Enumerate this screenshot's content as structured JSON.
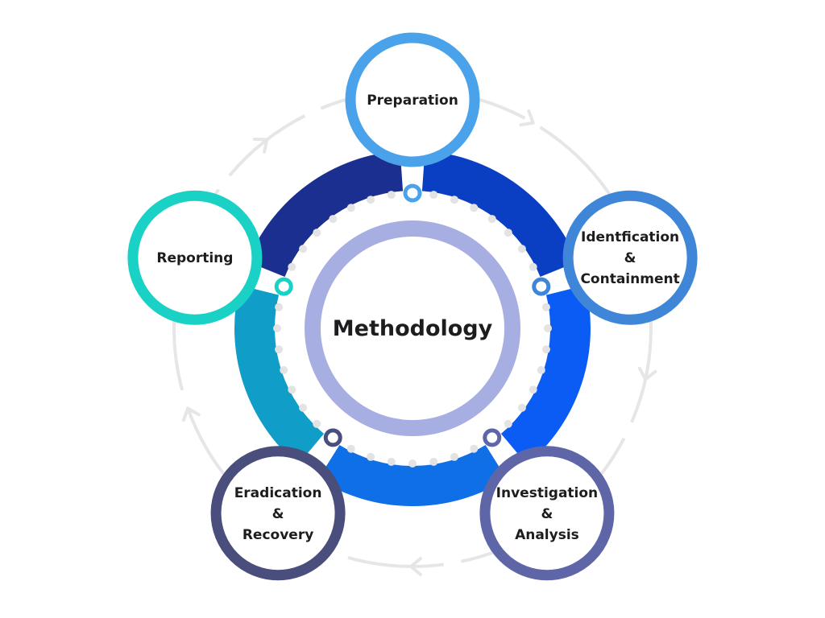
{
  "center": {
    "label": "Methodology",
    "ring_color": "#a7aee2"
  },
  "stages": [
    {
      "id": "preparation",
      "lines": [
        "Preparation"
      ],
      "color": "#4aa3ea",
      "band_color": "#0a3fc4"
    },
    {
      "id": "identification",
      "lines": [
        "Identfication",
        "&",
        "Containment"
      ],
      "color": "#3f86d8",
      "band_color": "#0a5cf5"
    },
    {
      "id": "investigation",
      "lines": [
        "Investigation",
        "&",
        "Analysis"
      ],
      "color": "#5e66a8",
      "band_color": "#0f6fe6"
    },
    {
      "id": "eradication",
      "lines": [
        "Eradication",
        "&",
        "Recovery"
      ],
      "color": "#4a4e7c",
      "band_color": "#109ec8"
    },
    {
      "id": "reporting",
      "lines": [
        "Reporting"
      ],
      "color": "#1ad1c6",
      "band_color": "#1a2f8f"
    }
  ],
  "colors": {
    "outer_cycle": "#e6e6e6",
    "dots": "#e3e3e3"
  }
}
